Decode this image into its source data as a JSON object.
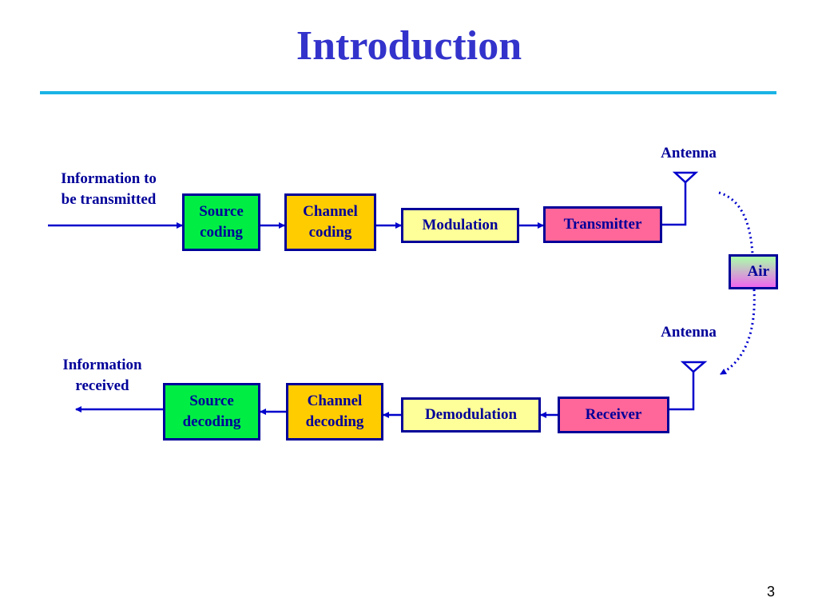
{
  "title": "Introduction",
  "page_number": "3",
  "transmit": {
    "input_label": [
      "Information to",
      "be transmitted"
    ],
    "source_coding": [
      "Source",
      "coding"
    ],
    "channel_coding": [
      "Channel",
      "coding"
    ],
    "modulation": "Modulation",
    "transmitter": "Transmitter",
    "antenna": "Antenna"
  },
  "channel": {
    "air": "Air"
  },
  "receive": {
    "antenna": "Antenna",
    "receiver": "Receiver",
    "demodulation": "Demodulation",
    "channel_decoding": [
      "Channel",
      "decoding"
    ],
    "source_decoding": [
      "Source",
      "decoding"
    ],
    "output_label": [
      "Information",
      "received"
    ]
  },
  "colors": {
    "title": "#3333cc",
    "rule": "#1ab3e6",
    "border": "#000099",
    "wire": "#0000cc",
    "source_block": "#00ee44",
    "channel_block": "#ffcc00",
    "modulation_block": "#ffff99",
    "radio_block": "#ff6699"
  }
}
